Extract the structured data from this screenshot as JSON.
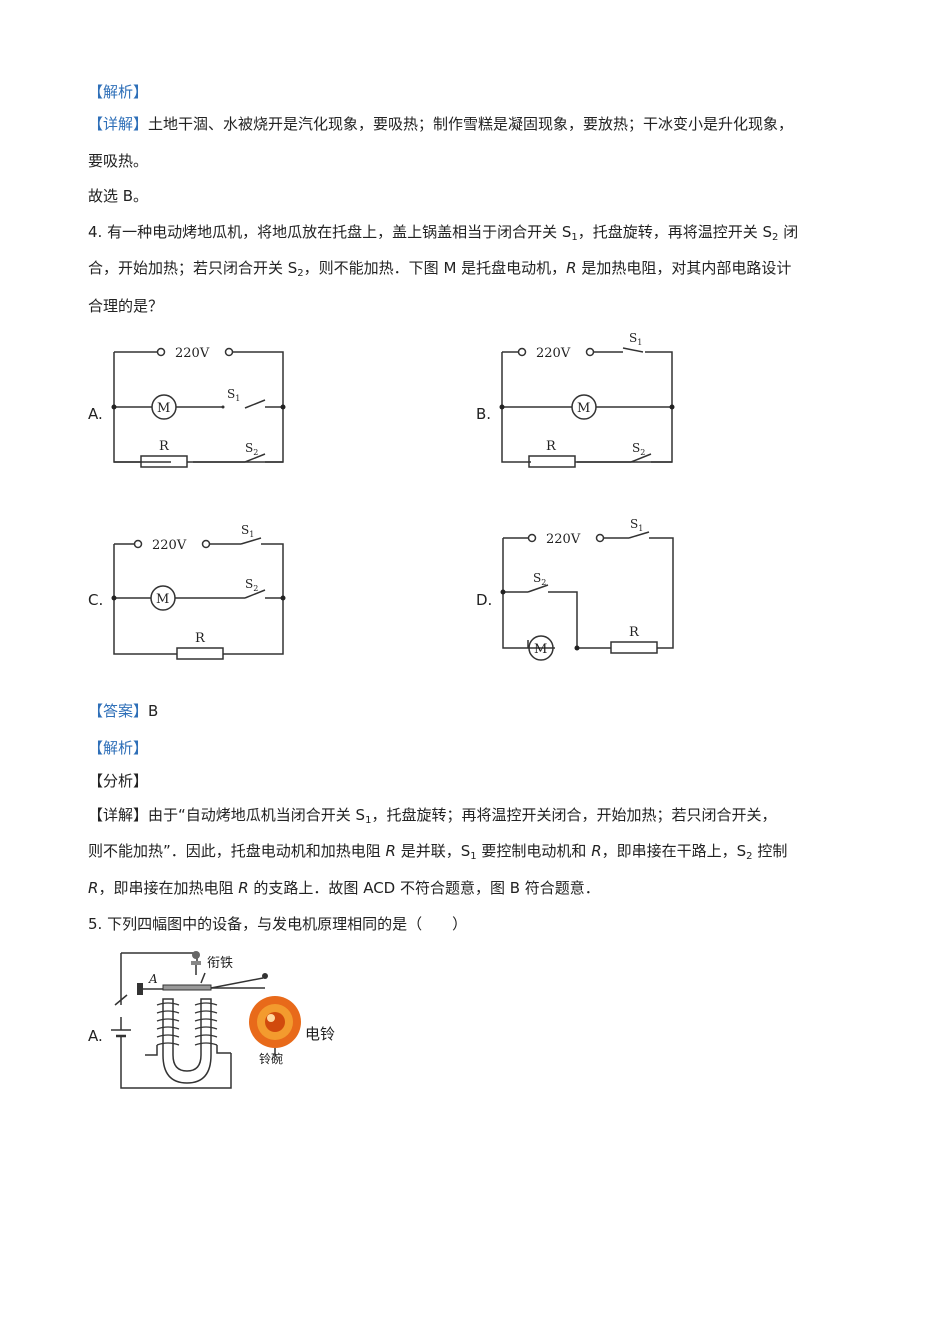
{
  "section1": {
    "analysis_tag": "【解析】",
    "detail_tag": "【详解】",
    "detail_text": "土地干涸、水被烧开是汽化现象，要吸热；制作雪糕是凝固现象，要放热；干冰变小是升化现象，",
    "detail_text_cont": "要吸热。",
    "choice": "故选 B。"
  },
  "q4": {
    "p1": "4. 有一种电动烤地瓜机，将地瓜放在托盘上，盖上锅盖相当于闭合开关 S",
    "p1_sub1": "1",
    "p1b": "，托盘旋转，再将温控开关 S",
    "p1_sub2": "2",
    "p1c": " 闭",
    "p2a": "合，开始加热；若只闭合开关 S",
    "p2_sub": "2",
    "p2b": "，则不能加热．下图 M 是托盘电动机，",
    "p2_r": "R",
    "p2c": " 是加热电阻，对其内部电路设计",
    "p3": "合理的是？",
    "options": [
      "A.",
      "B.",
      "C.",
      "D."
    ],
    "labels": {
      "voltage": "220V",
      "motor": "M",
      "resistor": "R",
      "s": "S",
      "s1": "1",
      "s2": "2"
    }
  },
  "answer_block": {
    "answer_tag": "【答案】",
    "answer": "B",
    "analysis_tag": "【解析】",
    "fenxi_tag": "【分析】",
    "detail_tag": "【详解】",
    "d1": "由于“自动烤地瓜机当闭合开关 S",
    "d1_sub": "1",
    "d1b": "，托盘旋转；再将温控开关闭合，开始加热；若只闭合开关，",
    "d2a": "则不能加热”．因此，托盘电动机和加热电阻 ",
    "d2_r": "R",
    "d2b": " 是并联，S",
    "d2_sub1": "1",
    "d2c": " 要控制电动机和 ",
    "d2_r2": "R",
    "d2d": "，即串接在干路上，S",
    "d2_sub2": "2",
    "d2e": " 控制",
    "d3_r": "R",
    "d3a": "，即串接在加热电阻 ",
    "d3_r2": "R",
    "d3b": " 的支路上．故图 ACD 不符合题意，图 B 符合题意．"
  },
  "q5": {
    "text": "5. 下列四幅图中的设备，与发电机原理相同的是（　　）",
    "option_a": "A.",
    "label_armature": "衔铁",
    "label_a": "A",
    "label_bell": "铃碗",
    "label_doorbell": "电铃"
  },
  "colors": {
    "tag_blue": "#2e6fb8",
    "bell_orange": "#e86a1a"
  }
}
